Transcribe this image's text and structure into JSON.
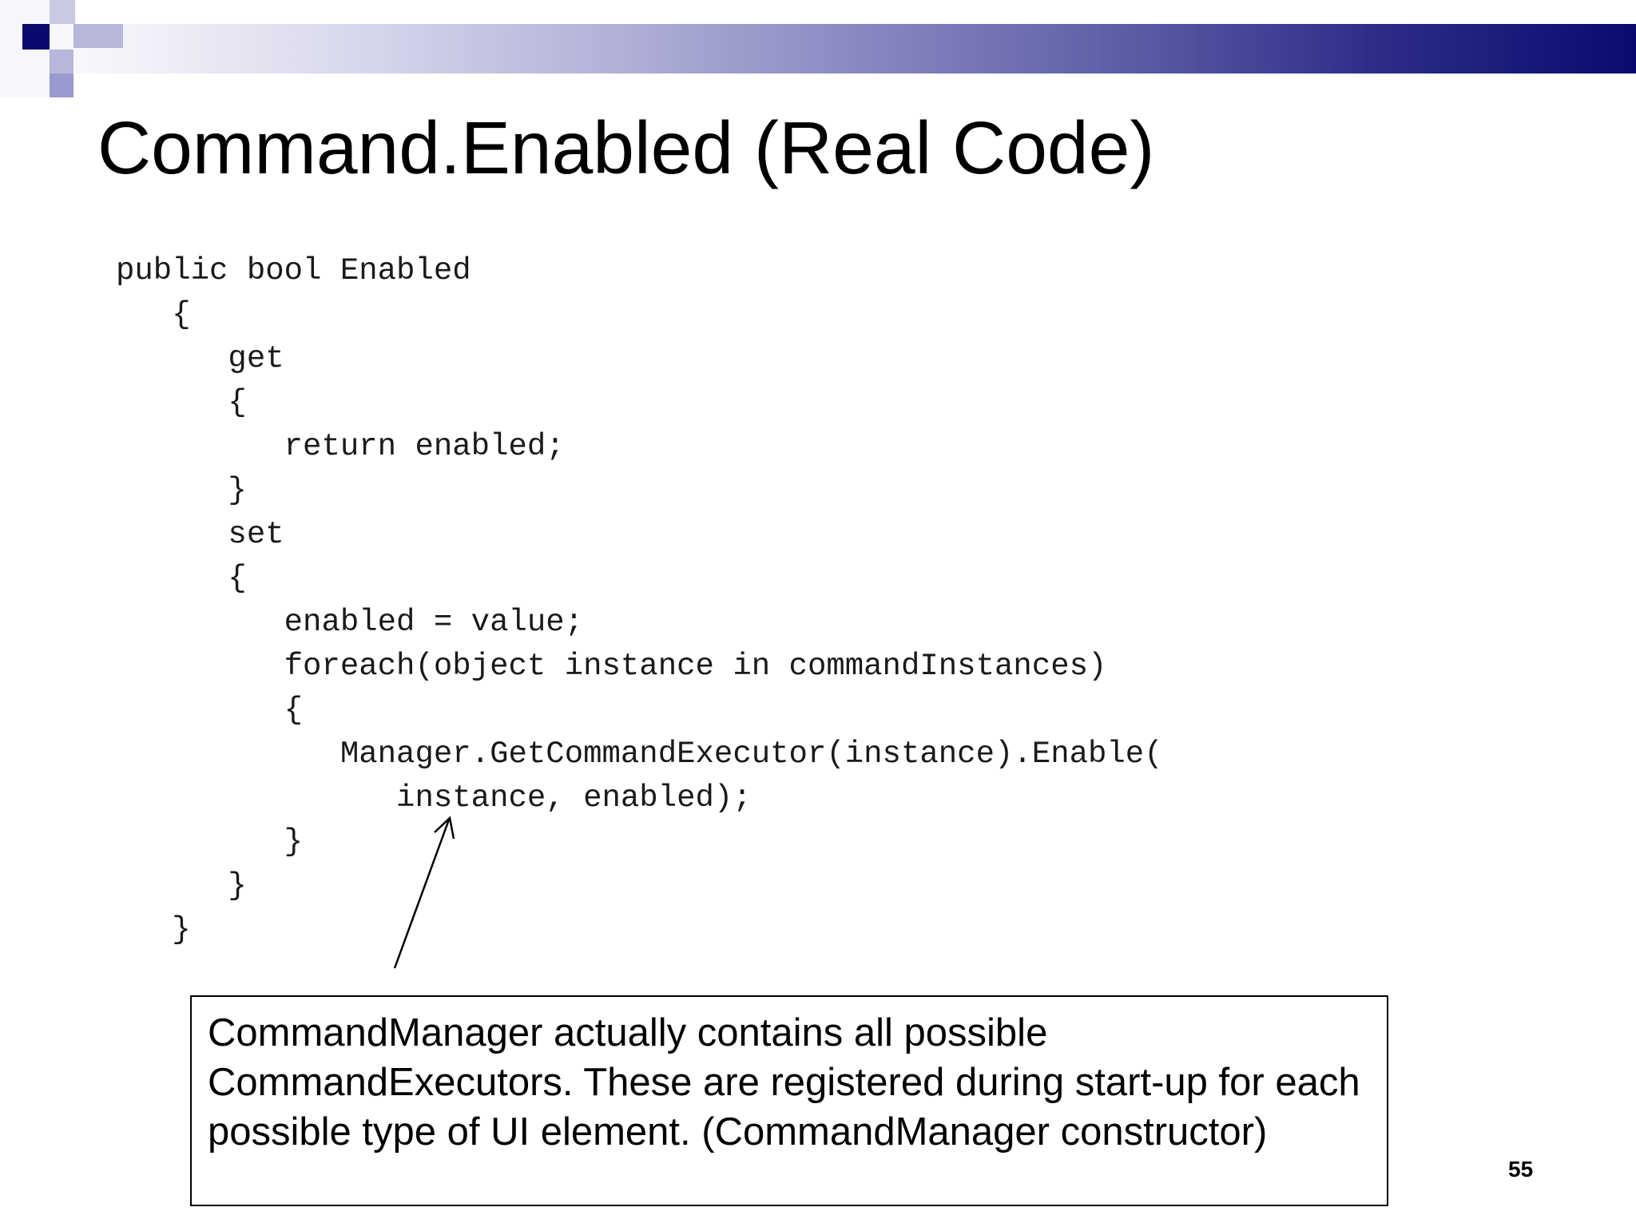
{
  "slide": {
    "title": "Command.Enabled (Real Code)",
    "code_lines": [
      "public bool Enabled",
      "   {",
      "      get",
      "      {",
      "         return enabled;",
      "      }",
      "      set",
      "      {",
      "         enabled = value;",
      "         foreach(object instance in commandInstances)",
      "         {",
      "            Manager.GetCommandExecutor(instance).Enable(",
      "               instance, enabled);",
      "         }",
      "      }",
      "   }"
    ],
    "callout_text": "CommandManager actually contains all possible CommandExecutors. These are registered during start-up for each possible type of UI element. (CommandManager constructor)",
    "page_number": "55"
  },
  "theme": {
    "accent_dark": "#0a0a6e",
    "accent_light": "#9a9ad0"
  },
  "icons": [
    "decorative-squares-icon",
    "pointer-arrow-icon"
  ]
}
